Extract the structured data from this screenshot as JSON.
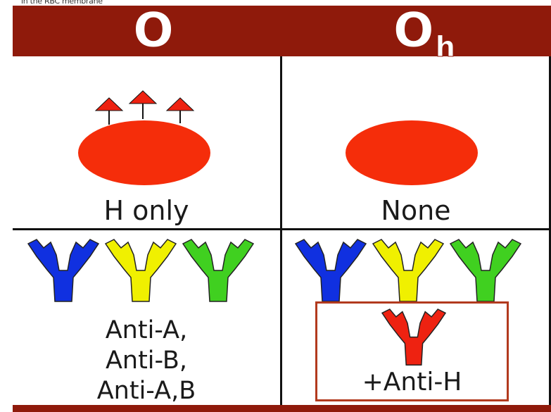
{
  "caption": "in the RBC membrane",
  "columns": [
    {
      "title": "O",
      "title_sub": "",
      "antigen_label": "H only",
      "has_h_antigen": true,
      "antibodies": [
        "Anti-A,",
        "Anti-B,",
        "Anti-A,B"
      ],
      "antibody_colors": [
        "#1030e0",
        "#f0f000",
        "#40d020"
      ]
    },
    {
      "title": "O",
      "title_sub": "h",
      "antigen_label": "None",
      "has_h_antigen": false,
      "antibodies": [
        "+Anti-H"
      ],
      "antibody_colors": [
        "#1030e0",
        "#f0f000",
        "#40d020"
      ],
      "extra_antibody_color": "#ee2211"
    }
  ],
  "colors": {
    "header": "#8f1a0b",
    "cell": "#f52d0a",
    "antigen": "#ee2211",
    "box_border": "#b23a1e"
  }
}
